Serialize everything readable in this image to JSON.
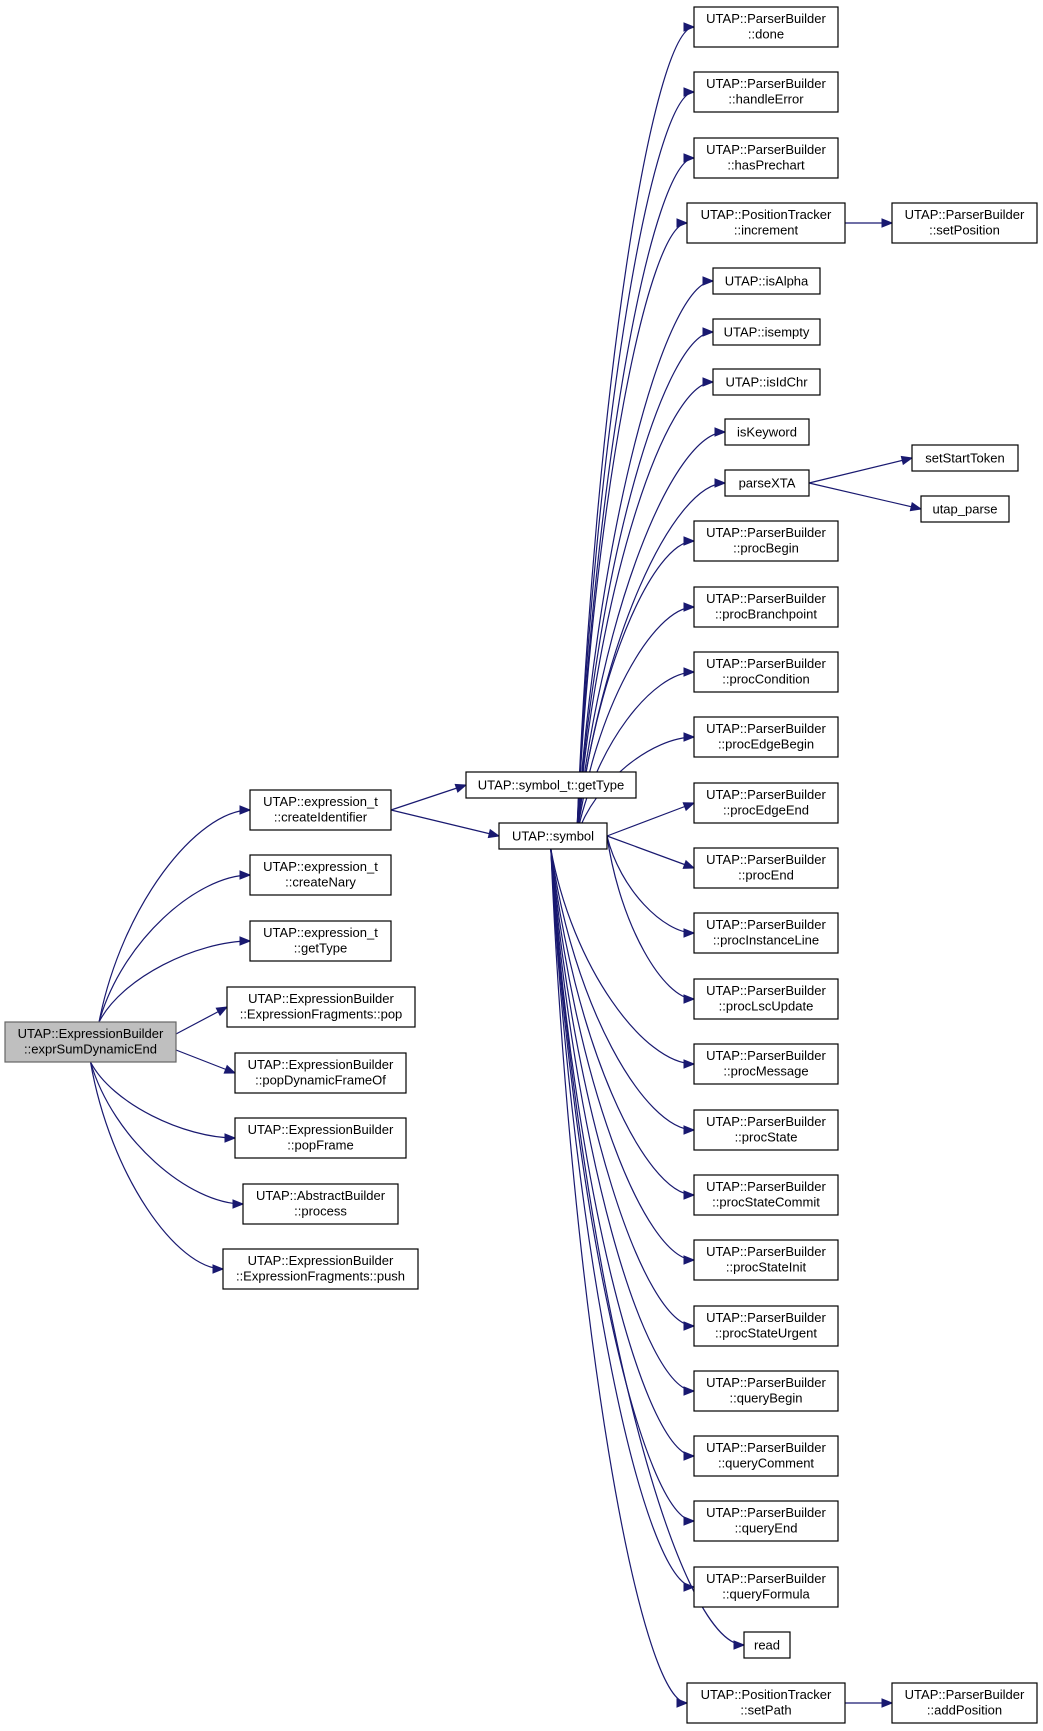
{
  "diagram": {
    "nodes": [
      {
        "id": "root",
        "lines": [
          "UTAP::ExpressionBuilder",
          "::exprSumDynamicEnd"
        ],
        "highlight": true
      },
      {
        "id": "createIdentifier",
        "lines": [
          "UTAP::expression_t",
          "::createIdentifier"
        ]
      },
      {
        "id": "createNary",
        "lines": [
          "UTAP::expression_t",
          "::createNary"
        ]
      },
      {
        "id": "exprGetType",
        "lines": [
          "UTAP::expression_t",
          "::getType"
        ]
      },
      {
        "id": "fragPop",
        "lines": [
          "UTAP::ExpressionBuilder",
          "::ExpressionFragments::pop"
        ]
      },
      {
        "id": "popDynamicFrameOf",
        "lines": [
          "UTAP::ExpressionBuilder",
          "::popDynamicFrameOf"
        ]
      },
      {
        "id": "popFrame",
        "lines": [
          "UTAP::ExpressionBuilder",
          "::popFrame"
        ]
      },
      {
        "id": "process",
        "lines": [
          "UTAP::AbstractBuilder",
          "::process"
        ]
      },
      {
        "id": "fragPush",
        "lines": [
          "UTAP::ExpressionBuilder",
          "::ExpressionFragments::push"
        ]
      },
      {
        "id": "symGetType",
        "lines": [
          "UTAP::symbol_t::getType"
        ]
      },
      {
        "id": "symbol",
        "lines": [
          "UTAP::symbol"
        ]
      },
      {
        "id": "done",
        "lines": [
          "UTAP::ParserBuilder",
          "::done"
        ]
      },
      {
        "id": "handleError",
        "lines": [
          "UTAP::ParserBuilder",
          "::handleError"
        ]
      },
      {
        "id": "hasPrechart",
        "lines": [
          "UTAP::ParserBuilder",
          "::hasPrechart"
        ]
      },
      {
        "id": "increment",
        "lines": [
          "UTAP::PositionTracker",
          "::increment"
        ]
      },
      {
        "id": "setPosition",
        "lines": [
          "UTAP::ParserBuilder",
          "::setPosition"
        ]
      },
      {
        "id": "isAlpha",
        "lines": [
          "UTAP::isAlpha"
        ]
      },
      {
        "id": "isempty",
        "lines": [
          "UTAP::isempty"
        ]
      },
      {
        "id": "isIdChr",
        "lines": [
          "UTAP::isIdChr"
        ]
      },
      {
        "id": "isKeyword",
        "lines": [
          "isKeyword"
        ]
      },
      {
        "id": "parseXTA",
        "lines": [
          "parseXTA"
        ]
      },
      {
        "id": "setStartToken",
        "lines": [
          "setStartToken"
        ]
      },
      {
        "id": "utapParse",
        "lines": [
          "utap_parse"
        ]
      },
      {
        "id": "procBegin",
        "lines": [
          "UTAP::ParserBuilder",
          "::procBegin"
        ]
      },
      {
        "id": "procBranchpoint",
        "lines": [
          "UTAP::ParserBuilder",
          "::procBranchpoint"
        ]
      },
      {
        "id": "procCondition",
        "lines": [
          "UTAP::ParserBuilder",
          "::procCondition"
        ]
      },
      {
        "id": "procEdgeBegin",
        "lines": [
          "UTAP::ParserBuilder",
          "::procEdgeBegin"
        ]
      },
      {
        "id": "procEdgeEnd",
        "lines": [
          "UTAP::ParserBuilder",
          "::procEdgeEnd"
        ]
      },
      {
        "id": "procEnd",
        "lines": [
          "UTAP::ParserBuilder",
          "::procEnd"
        ]
      },
      {
        "id": "procInstanceLine",
        "lines": [
          "UTAP::ParserBuilder",
          "::procInstanceLine"
        ]
      },
      {
        "id": "procLscUpdate",
        "lines": [
          "UTAP::ParserBuilder",
          "::procLscUpdate"
        ]
      },
      {
        "id": "procMessage",
        "lines": [
          "UTAP::ParserBuilder",
          "::procMessage"
        ]
      },
      {
        "id": "procState",
        "lines": [
          "UTAP::ParserBuilder",
          "::procState"
        ]
      },
      {
        "id": "procStateCommit",
        "lines": [
          "UTAP::ParserBuilder",
          "::procStateCommit"
        ]
      },
      {
        "id": "procStateInit",
        "lines": [
          "UTAP::ParserBuilder",
          "::procStateInit"
        ]
      },
      {
        "id": "procStateUrgent",
        "lines": [
          "UTAP::ParserBuilder",
          "::procStateUrgent"
        ]
      },
      {
        "id": "queryBegin",
        "lines": [
          "UTAP::ParserBuilder",
          "::queryBegin"
        ]
      },
      {
        "id": "queryComment",
        "lines": [
          "UTAP::ParserBuilder",
          "::queryComment"
        ]
      },
      {
        "id": "queryEnd",
        "lines": [
          "UTAP::ParserBuilder",
          "::queryEnd"
        ]
      },
      {
        "id": "queryFormula",
        "lines": [
          "UTAP::ParserBuilder",
          "::queryFormula"
        ]
      },
      {
        "id": "read",
        "lines": [
          "read"
        ]
      },
      {
        "id": "setPath",
        "lines": [
          "UTAP::PositionTracker",
          "::setPath"
        ]
      },
      {
        "id": "addPosition",
        "lines": [
          "UTAP::ParserBuilder",
          "::addPosition"
        ]
      }
    ],
    "edges": [
      [
        "root",
        "createIdentifier"
      ],
      [
        "root",
        "createNary"
      ],
      [
        "root",
        "exprGetType"
      ],
      [
        "root",
        "fragPop"
      ],
      [
        "root",
        "popDynamicFrameOf"
      ],
      [
        "root",
        "popFrame"
      ],
      [
        "root",
        "process"
      ],
      [
        "root",
        "fragPush"
      ],
      [
        "createIdentifier",
        "symGetType"
      ],
      [
        "createIdentifier",
        "symbol"
      ],
      [
        "symbol",
        "done"
      ],
      [
        "symbol",
        "handleError"
      ],
      [
        "symbol",
        "hasPrechart"
      ],
      [
        "symbol",
        "increment"
      ],
      [
        "symbol",
        "isAlpha"
      ],
      [
        "symbol",
        "isempty"
      ],
      [
        "symbol",
        "isIdChr"
      ],
      [
        "symbol",
        "isKeyword"
      ],
      [
        "symbol",
        "parseXTA"
      ],
      [
        "symbol",
        "procBegin"
      ],
      [
        "symbol",
        "procBranchpoint"
      ],
      [
        "symbol",
        "procCondition"
      ],
      [
        "symbol",
        "procEdgeBegin"
      ],
      [
        "symbol",
        "procEdgeEnd"
      ],
      [
        "symbol",
        "procEnd"
      ],
      [
        "symbol",
        "procInstanceLine"
      ],
      [
        "symbol",
        "procLscUpdate"
      ],
      [
        "symbol",
        "procMessage"
      ],
      [
        "symbol",
        "procState"
      ],
      [
        "symbol",
        "procStateCommit"
      ],
      [
        "symbol",
        "procStateInit"
      ],
      [
        "symbol",
        "procStateUrgent"
      ],
      [
        "symbol",
        "queryBegin"
      ],
      [
        "symbol",
        "queryComment"
      ],
      [
        "symbol",
        "queryEnd"
      ],
      [
        "symbol",
        "queryFormula"
      ],
      [
        "symbol",
        "read"
      ],
      [
        "symbol",
        "setPath"
      ],
      [
        "increment",
        "setPosition"
      ],
      [
        "parseXTA",
        "setStartToken"
      ],
      [
        "parseXTA",
        "utapParse"
      ],
      [
        "setPath",
        "addPosition"
      ]
    ],
    "colors": {
      "edge": "#191970",
      "root_fill": "#bfbfbf",
      "node_fill": "#ffffff",
      "border": "#000000"
    }
  }
}
